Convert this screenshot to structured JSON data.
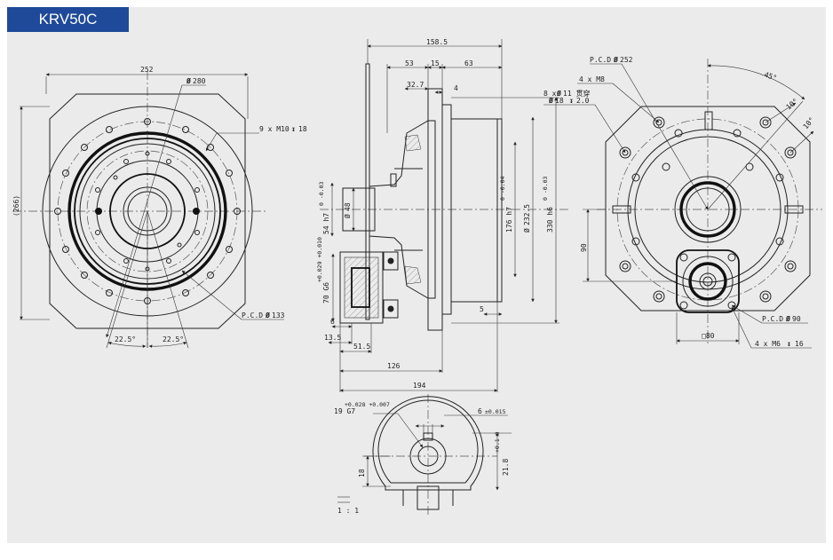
{
  "title": "KRV50C",
  "colors": {
    "title_bg": "#1f4a99",
    "sheet_bg": "#ebebeb",
    "line": "#222222"
  },
  "front_view": {
    "width": "252",
    "height": "(266)",
    "pcd_outer": "280",
    "bolt_holes": "9 x M10",
    "bolt_depth": "18",
    "pcd_inner": "P.C.D",
    "pcd_inner_value": "133",
    "angle_left": "22.5°",
    "angle_right": "22.5°"
  },
  "side_view": {
    "total_length": "158.5",
    "len_53": "53",
    "len_15": "15",
    "len_63": "63",
    "len_32_7": "32.7",
    "len_4": "4",
    "bore_48": "48",
    "shaft_54": "54 h7",
    "shaft_54_tol": "0\n-0.03",
    "dia_176": "176 h7",
    "dia_176_tol": "0\n-0.04",
    "dia_232": "232.5",
    "dia_330": "330 h6",
    "dia_330_tol": "0\n-0.03",
    "motor_70": "70 G6",
    "motor_70_tol": "+0.029\n+0.010",
    "len_5": "5",
    "len_6": "6",
    "len_13_5": "13.5",
    "len_51_5": "51.5",
    "len_126": "126",
    "len_194": "194"
  },
  "rear_view": {
    "pcd_label": "P.C.D",
    "pcd_252": "252",
    "holes_m8": "4 x M8",
    "holes_11_a": "8 x",
    "holes_11_b": "11 贯穿",
    "holes_18": "18",
    "holes_18_depth": "2.0",
    "angle_45": "45°",
    "angle_10a": "10°",
    "angle_10b": "10°",
    "dim_90": "90",
    "pcd_90_label": "P.C.D",
    "pcd_90": "90",
    "square_80": "□80",
    "holes_m6": "4 x M6",
    "holes_m6_depth": "16"
  },
  "shaft_detail": {
    "bore": "19 G7",
    "bore_tol": "+0.028\n+0.007",
    "key_width": "6",
    "key_tol": "±0.015",
    "key_depth": "21.8",
    "key_depth_tol": "+0.1\n0",
    "dim_18": "18",
    "ratio": "1 : 1"
  }
}
